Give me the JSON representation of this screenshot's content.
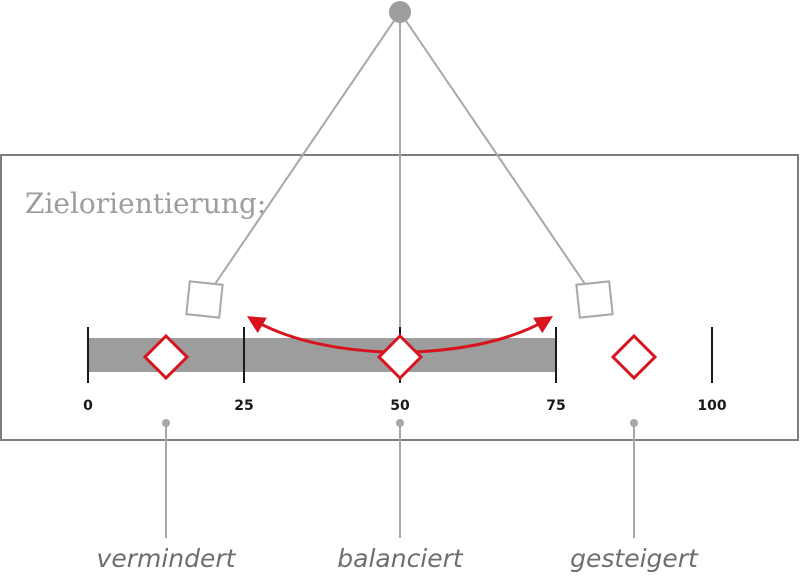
{
  "title": "Zielorientierung:",
  "scale": {
    "min": 0,
    "max": 100,
    "ticks": [
      {
        "value": 0,
        "label": "0"
      },
      {
        "value": 25,
        "label": "25"
      },
      {
        "value": 50,
        "label": "50"
      },
      {
        "value": 75,
        "label": "75"
      },
      {
        "value": 100,
        "label": "100"
      }
    ],
    "band": [
      0,
      75
    ]
  },
  "markers": [
    {
      "value": 12.5,
      "caption": "vermindert"
    },
    {
      "value": 50,
      "caption": "balanciert"
    },
    {
      "value": 87.5,
      "caption": "gesteigert"
    }
  ],
  "colors": {
    "accent": "#d7141e",
    "band": "#9d9d9d",
    "frame": "#7d7d7d",
    "pendulum": "#a8a8a8",
    "title": "#9d9d9d",
    "caption": "#6e6e6e"
  }
}
